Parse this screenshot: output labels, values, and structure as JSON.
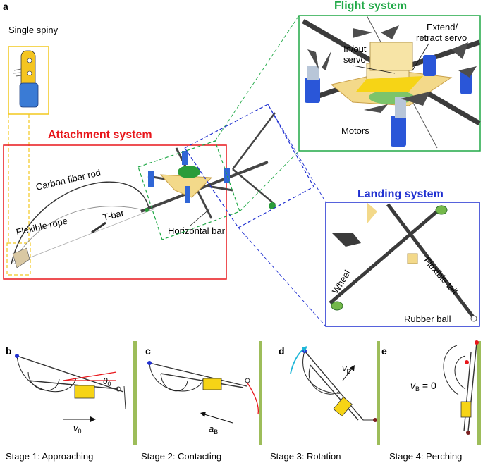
{
  "panel_a": {
    "letter": "a",
    "single_spiny": "Single spiny",
    "attachment_title": "Attachment system",
    "carbon_rod": "Carbon fiber rod",
    "flexible_rope": "Flexible rope",
    "tbar": "T-bar",
    "horizontal_bar": "Horizontal bar",
    "flight_title": "Flight system",
    "extend_servo_1": "Extend/",
    "extend_servo_2": "retract servo",
    "inout_servo_1": "In/out",
    "inout_servo_2": "servo",
    "motors": "Motors",
    "landing_title": "Landing system",
    "wheel": "Wheel",
    "flexible_tail": "Flexible tail",
    "rubber_ball": "Rubber ball"
  },
  "stages": [
    {
      "letter": "b",
      "caption": "Stage 1: Approaching",
      "symbol": "θ",
      "symbol_sub": "0",
      "vector": "v",
      "vector_sub": "0"
    },
    {
      "letter": "c",
      "caption": "Stage 2: Contacting",
      "vector": "a",
      "vector_sub": "B"
    },
    {
      "letter": "d",
      "caption": "Stage 3: Rotation",
      "vector": "v",
      "vector_sub": "B"
    },
    {
      "letter": "e",
      "caption": "Stage 4: Perching",
      "equation": "v",
      "equation_sub": "B",
      "equation_rhs": " = 0"
    }
  ],
  "colors": {
    "attachment": "#e8161b",
    "flight": "#21a947",
    "landing": "#1f2fd0",
    "spiny_box": "#f2c81e",
    "wall": "#9dbd5a",
    "arrow_cyan": "#1eb6d8"
  }
}
